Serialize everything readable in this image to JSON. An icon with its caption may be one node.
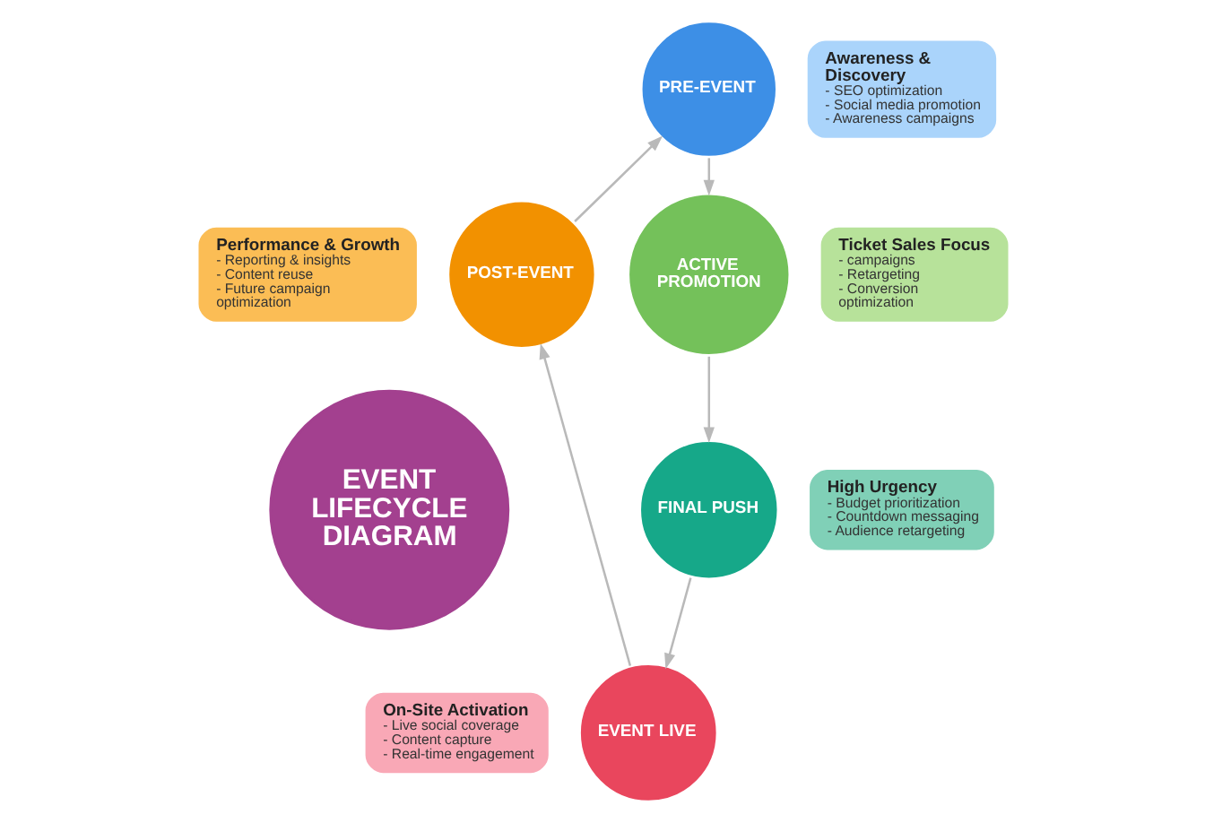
{
  "diagram": {
    "nodes": [
      {
        "text": [
          "PRE-EVENT"
        ]
      },
      {
        "text": [
          "Awareness & Discovery",
          "- SEO optimization",
          "- Social media promotion",
          "- Awareness campaigns"
        ]
      },
      {
        "text": [
          "POST-EVENT"
        ]
      },
      {
        "text": [
          "Performance & Growth",
          "- Reporting & insights",
          "- Content reuse",
          "- Future campaign optimization"
        ]
      },
      {
        "text": [
          "Ticket Sales Focus",
          "- campaigns",
          "- Retargeting",
          "- Conversion optimization"
        ]
      },
      {
        "text": [
          "ACTIVE PROMOTION"
        ]
      },
      {
        "text": [
          "EVENT LIFECYCLE DIAGRAM"
        ]
      },
      {
        "text": [
          "On-Site Activation",
          "- Live social coverage",
          "- Content capture",
          "- Real-time engagement"
        ]
      },
      {
        "text": [
          "High Urgency",
          "- Budget prioritization",
          "- Countdown messaging",
          "- Audience retargeting"
        ]
      },
      {
        "text": [
          "EVENT LIVE"
        ]
      },
      {
        "text": [
          "FINAL PUSH"
        ]
      }
    ],
    "edges": [
      {
        "from": 0,
        "to": 5,
        "arrow": "to"
      },
      {
        "from": 5,
        "to": 10,
        "arrow": "to"
      },
      {
        "from": 10,
        "to": 9,
        "arrow": "to"
      },
      {
        "from": 9,
        "to": 2,
        "arrow": "to"
      },
      {
        "from": 2,
        "to": 0,
        "arrow": "to"
      }
    ]
  }
}
